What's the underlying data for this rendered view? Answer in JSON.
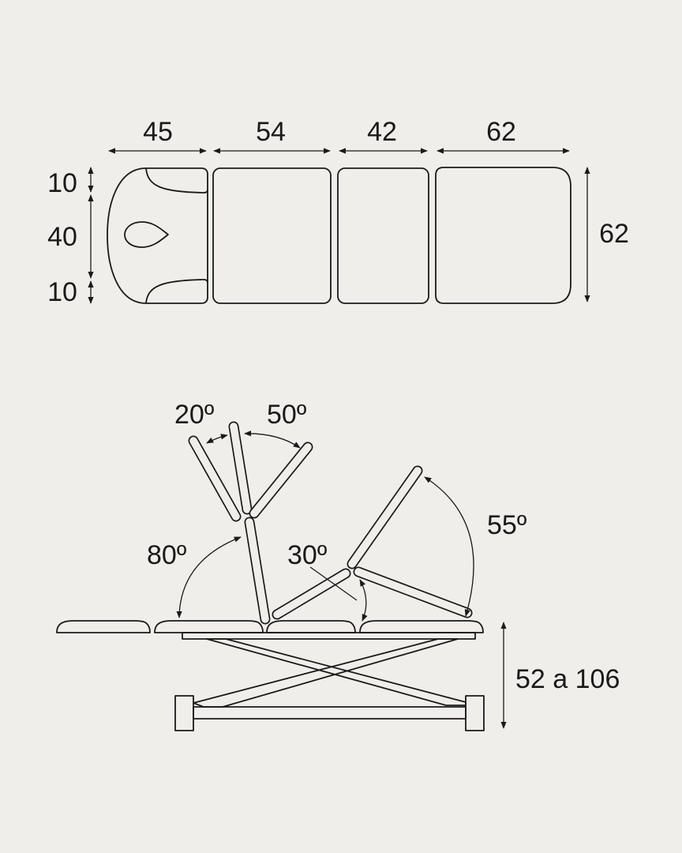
{
  "top_view": {
    "widths": [
      "45",
      "54",
      "42",
      "62"
    ],
    "head_heights": [
      "10",
      "40",
      "10"
    ],
    "total_width": "62"
  },
  "side_view": {
    "angles": {
      "head_up": "20º",
      "head_down": "50º",
      "backrest": "80º",
      "knee": "30º",
      "legs": "55º"
    },
    "height_range": "52 a 106"
  },
  "colors": {
    "background": "#efeeea",
    "line": "#1a1a1a"
  }
}
